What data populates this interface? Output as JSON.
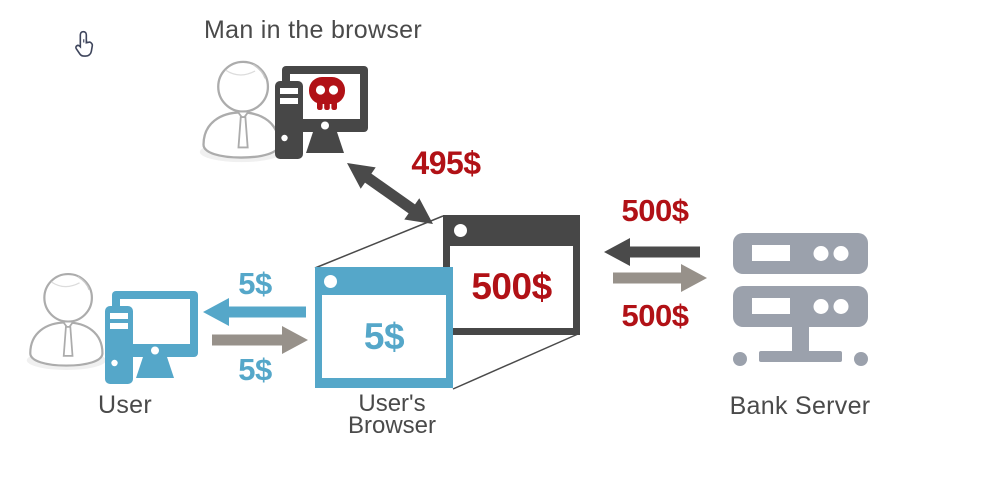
{
  "title": "Man in the browser",
  "labels": {
    "user": "User",
    "browser_line1": "User's",
    "browser_line2": "Browser",
    "bank_server": "Bank Server"
  },
  "amounts": {
    "attacker_browser": "495$",
    "browser_to_user": "5$",
    "user_to_browser": "5$",
    "fake_display_in_browser": "5$",
    "real_transaction_in_browser": "500$",
    "server_to_browser": "500$",
    "browser_to_server": "500$"
  },
  "icons": {
    "hand-cursor-icon": "pointing hand cursor",
    "attacker-person-icon": "person silhouette",
    "attacker-computer-icon": "desktop workstation (dark)",
    "skull-icon": "red skull on attacker screen",
    "user-person-icon": "person silhouette",
    "user-computer-icon": "desktop workstation (blue)",
    "bank-server-icon": "server rack",
    "double-arrow-icon": "bidirectional arrow attacker/browser",
    "arrow-browser-to-user-icon": "blue arrow left",
    "arrow-user-to-browser-icon": "gray arrow right",
    "arrow-server-to-browser-icon": "dark arrow left",
    "arrow-browser-to-server-icon": "gray arrow right"
  },
  "colors": {
    "accent_blue": "#55a7c9",
    "dark_gray": "#474747",
    "alert_red": "#b11116",
    "warm_gray": "#97918a",
    "server_gray": "#9ba1ac",
    "text_gray": "#4a4a4a"
  }
}
